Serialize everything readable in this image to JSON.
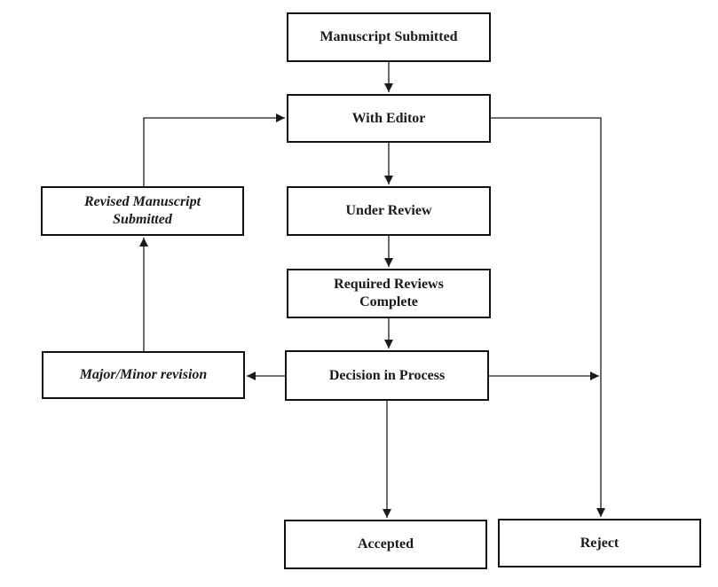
{
  "diagram": {
    "title": "Manuscript review process flowchart",
    "background_color": "#ffffff",
    "line_color": "#1a1a1a",
    "box_border_color": "#111111",
    "text_color": "#1a1a1a",
    "nodes": [
      {
        "id": "manuscript-submitted",
        "label": "Manuscript Submitted",
        "style": "bold"
      },
      {
        "id": "with-editor",
        "label": "With Editor",
        "style": "bold"
      },
      {
        "id": "under-review",
        "label": "Under Review",
        "style": "bold"
      },
      {
        "id": "required-reviews-complete",
        "label": "Required Reviews Complete",
        "style": "bold"
      },
      {
        "id": "decision-in-process",
        "label": "Decision in Process",
        "style": "bold"
      },
      {
        "id": "revised-manuscript-submitted",
        "label": "Revised Manuscript Submitted",
        "style": "bold-italic"
      },
      {
        "id": "major-minor-revision",
        "label": "Major/Minor revision",
        "style": "bold-italic"
      },
      {
        "id": "accepted",
        "label": "Accepted",
        "style": "bold"
      },
      {
        "id": "reject",
        "label": "Reject",
        "style": "bold"
      }
    ],
    "edges": [
      {
        "from": "manuscript-submitted",
        "to": "with-editor",
        "type": "arrow-down"
      },
      {
        "from": "with-editor",
        "to": "under-review",
        "type": "arrow-down"
      },
      {
        "from": "under-review",
        "to": "required-reviews-complete",
        "type": "arrow-down"
      },
      {
        "from": "required-reviews-complete",
        "to": "decision-in-process",
        "type": "arrow-down"
      },
      {
        "from": "decision-in-process",
        "to": "accepted",
        "type": "arrow-down"
      },
      {
        "from": "decision-in-process",
        "to": "major-minor-revision",
        "type": "arrow-left"
      },
      {
        "from": "major-minor-revision",
        "to": "revised-manuscript-submitted",
        "type": "arrow-up"
      },
      {
        "from": "revised-manuscript-submitted",
        "to": "with-editor",
        "type": "elbow-up-right-arrow"
      },
      {
        "from": "with-editor",
        "to": "reject",
        "type": "elbow-right-down-arrow"
      },
      {
        "from": "decision-in-process",
        "to": "reject-line",
        "type": "arrow-right"
      }
    ]
  }
}
